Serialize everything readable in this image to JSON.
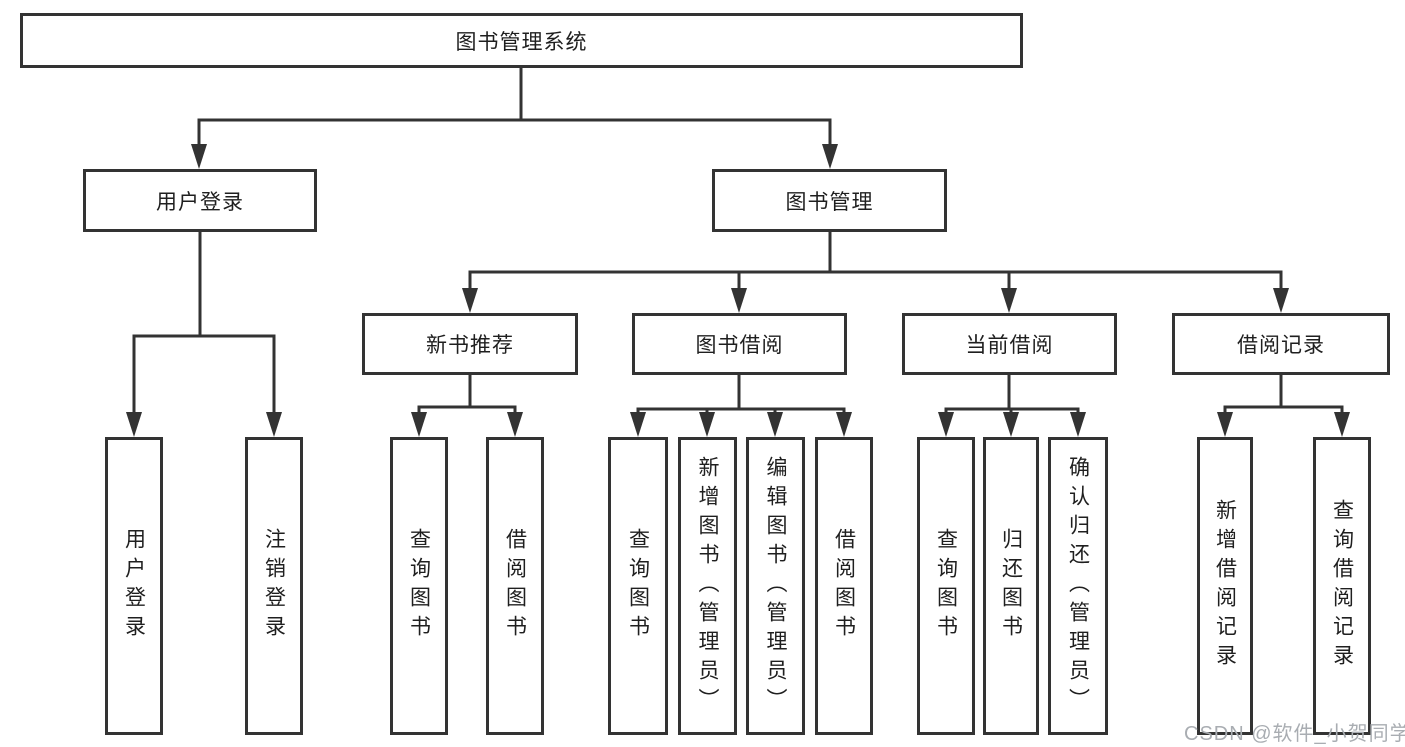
{
  "diagram": {
    "root": {
      "label": "图书管理系统"
    },
    "branches": [
      {
        "label": "用户登录",
        "children": [
          {
            "label": "用户登录"
          },
          {
            "label": "注销登录"
          }
        ]
      },
      {
        "label": "图书管理",
        "children": [
          {
            "label": "新书推荐",
            "children": [
              {
                "label": "查询图书"
              },
              {
                "label": "借阅图书"
              }
            ]
          },
          {
            "label": "图书借阅",
            "children": [
              {
                "label": "查询图书"
              },
              {
                "label": "新增图书（管理员）"
              },
              {
                "label": "编辑图书（管理员）"
              },
              {
                "label": "借阅图书"
              }
            ]
          },
          {
            "label": "当前借阅",
            "children": [
              {
                "label": "查询图书"
              },
              {
                "label": "归还图书"
              },
              {
                "label": "确认归还（管理员）"
              }
            ]
          },
          {
            "label": "借阅记录",
            "children": [
              {
                "label": "新增借阅记录"
              },
              {
                "label": "查询借阅记录"
              }
            ]
          }
        ]
      }
    ]
  },
  "watermark": {
    "text": "CSDN @软件_小贺同学"
  },
  "colors": {
    "line": "#333333",
    "text": "#1f1f1f",
    "background": "#ffffff",
    "watermark": "#a9adb2"
  }
}
